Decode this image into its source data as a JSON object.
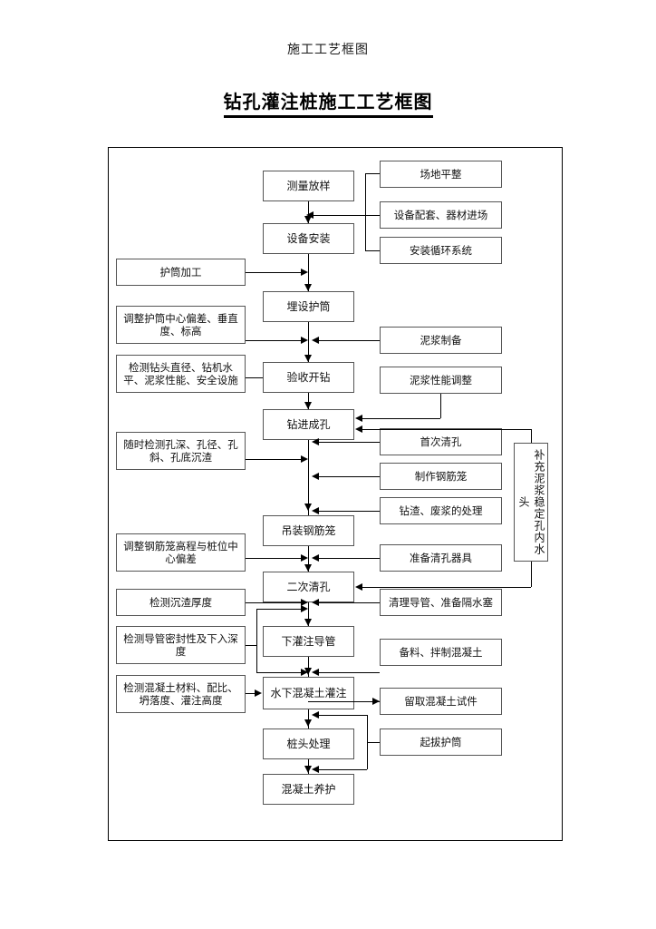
{
  "document": {
    "header_title": "施工工艺框图",
    "main_title": "钻孔灌注桩施工工艺框图"
  },
  "chart_data": {
    "type": "diagram",
    "title": "钻孔灌注桩施工工艺框图",
    "diagram_kind": "flowchart",
    "orientation": "top-to-bottom",
    "columns": [
      "inspection-left",
      "process-center",
      "support-right",
      "loop-far-right"
    ]
  },
  "flow": {
    "center_nodes": [
      {
        "id": "n1",
        "label": "测量放样"
      },
      {
        "id": "n2",
        "label": "设备安装"
      },
      {
        "id": "n3",
        "label": "埋设护筒"
      },
      {
        "id": "n4",
        "label": "验收开钻"
      },
      {
        "id": "n5",
        "label": "钻进成孔"
      },
      {
        "id": "n6",
        "label": "吊装钢筋笼"
      },
      {
        "id": "n7",
        "label": "二次清孔"
      },
      {
        "id": "n8",
        "label": "下灌注导管"
      },
      {
        "id": "n9",
        "label": "水下混凝土灌注"
      },
      {
        "id": "n10",
        "label": "桩头处理"
      },
      {
        "id": "n11",
        "label": "混凝土养护"
      }
    ],
    "left_nodes": [
      {
        "id": "l1",
        "label": "护筒加工"
      },
      {
        "id": "l2",
        "label": "调整护筒中心偏差、垂直度、标高"
      },
      {
        "id": "l3",
        "label": "检测钻头直径、钻机水平、泥浆性能、安全设施"
      },
      {
        "id": "l4",
        "label": "随时检测孔深、孔径、孔斜、孔底沉渣"
      },
      {
        "id": "l5",
        "label": "调整钢筋笼高程与桩位中心偏差"
      },
      {
        "id": "l6",
        "label": "检测沉渣厚度"
      },
      {
        "id": "l7",
        "label": "检测导管密封性及下入深度"
      },
      {
        "id": "l8",
        "label": "检测混凝土材料、配比、坍落度、灌注高度"
      }
    ],
    "right_nodes": [
      {
        "id": "r1",
        "label": "场地平整"
      },
      {
        "id": "r2",
        "label": "设备配套、器材进场"
      },
      {
        "id": "r3",
        "label": "安装循环系统"
      },
      {
        "id": "r4",
        "label": "泥浆制备"
      },
      {
        "id": "r5",
        "label": "泥浆性能调整"
      },
      {
        "id": "r6",
        "label": "首次清孔"
      },
      {
        "id": "r7",
        "label": "制作钢筋笼"
      },
      {
        "id": "r8",
        "label": "钻渣、废浆的处理"
      },
      {
        "id": "r9",
        "label": "准备清孔器具"
      },
      {
        "id": "r10",
        "label": "清理导管、准备隔水塞"
      },
      {
        "id": "r11",
        "label": "备料、拌制混凝土"
      },
      {
        "id": "r12",
        "label": "留取混凝土试件"
      },
      {
        "id": "r13",
        "label": "起拔护筒"
      }
    ],
    "loop_node": {
      "id": "f1",
      "label": "补充泥浆稳定孔内水头"
    }
  }
}
